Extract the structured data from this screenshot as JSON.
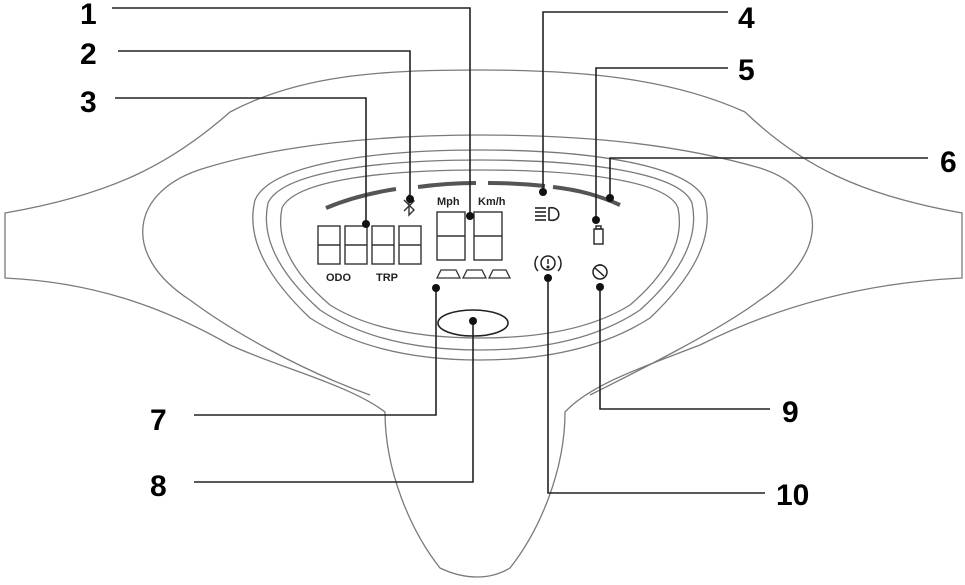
{
  "callouts": [
    {
      "number": "1",
      "target": "speed-display"
    },
    {
      "number": "2",
      "target": "bluetooth-icon"
    },
    {
      "number": "3",
      "target": "odometer-display"
    },
    {
      "number": "4",
      "target": "headlight-icon"
    },
    {
      "number": "5",
      "target": "battery-icon"
    },
    {
      "number": "6",
      "target": "battery-level-bar"
    },
    {
      "number": "7",
      "target": "power-level-bars"
    },
    {
      "number": "8",
      "target": "mode-button"
    },
    {
      "number": "9",
      "target": "motor-fault-icon"
    },
    {
      "number": "10",
      "target": "brake-warning-icon"
    }
  ],
  "display": {
    "odo_label": "ODO",
    "trip_label": "TRP",
    "speed_unit_mph": "Mph",
    "speed_unit_kmh": "Km/h"
  },
  "icons": [
    "bluetooth-icon",
    "headlight-icon",
    "battery-icon",
    "brake-warning-icon",
    "motor-fault-icon"
  ]
}
